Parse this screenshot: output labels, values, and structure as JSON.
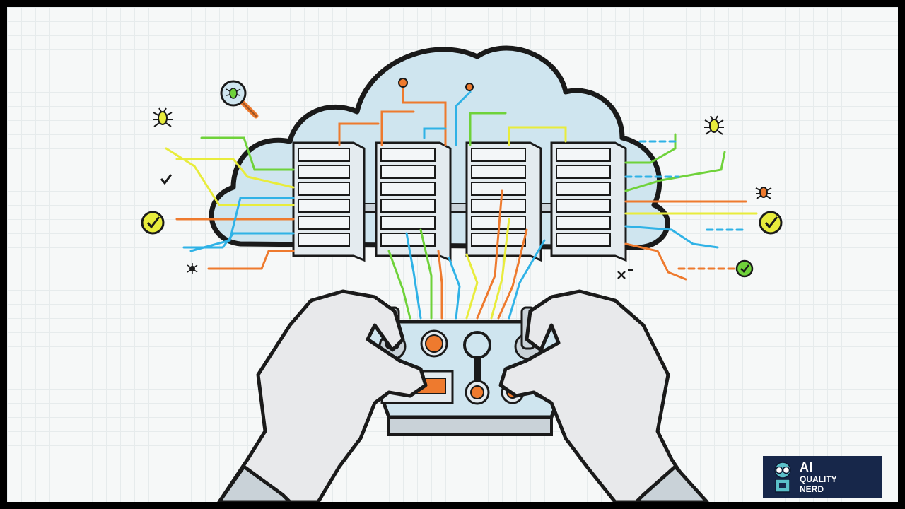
{
  "brand": {
    "line1": "AI",
    "line2": "QUALITY",
    "line3": "NERD"
  },
  "colors": {
    "cloud_fill": "#cfe5ef",
    "outline": "#1a1a1a",
    "server_fill": "#e4ebef",
    "orange": "#ee7a2e",
    "blue": "#2fb2e6",
    "green": "#6fd23a",
    "yellow": "#e8ec3c",
    "hand_fill": "#e8e9eb",
    "brand_bg": "#17274a"
  },
  "icons": [
    "bug-icon",
    "magnifier-bug-icon",
    "check-circle-icon",
    "checkmark-icon",
    "x-icon"
  ]
}
